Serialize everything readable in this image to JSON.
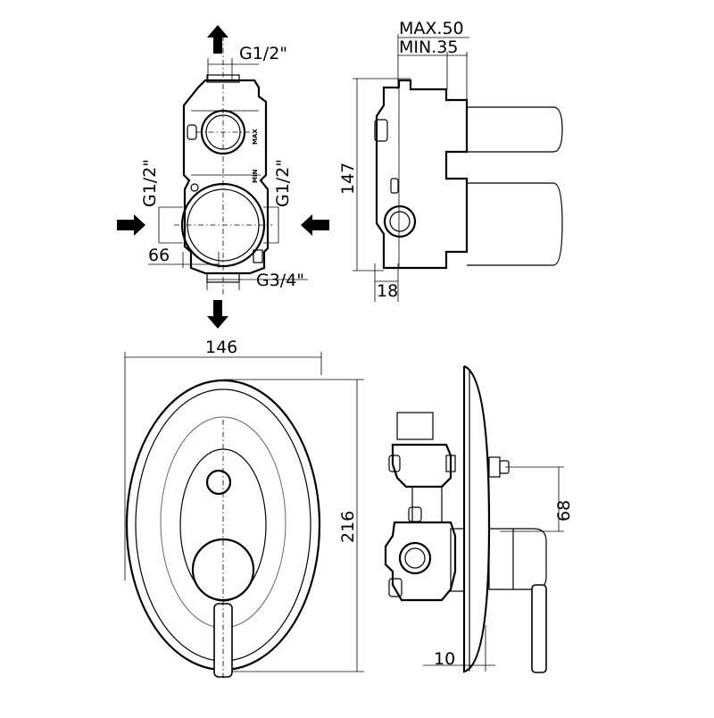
{
  "top_view": {
    "outlet_top_label": "G1/2\"",
    "inlet_left_label": "G1/2\"",
    "inlet_right_label": "G1/2\"",
    "offset_label": "66",
    "outlet_bottom_label": "G3/4\"",
    "body_mark_max": "MAX",
    "body_mark_min": "MIN"
  },
  "side_view": {
    "max_depth_label": "MAX.50",
    "min_depth_label": "MIN.35",
    "height_label": "147",
    "base_label": "18"
  },
  "front_view": {
    "width_label": "146",
    "height_label": "216"
  },
  "assembled_side": {
    "spacing_label": "68",
    "plate_label": "10"
  }
}
